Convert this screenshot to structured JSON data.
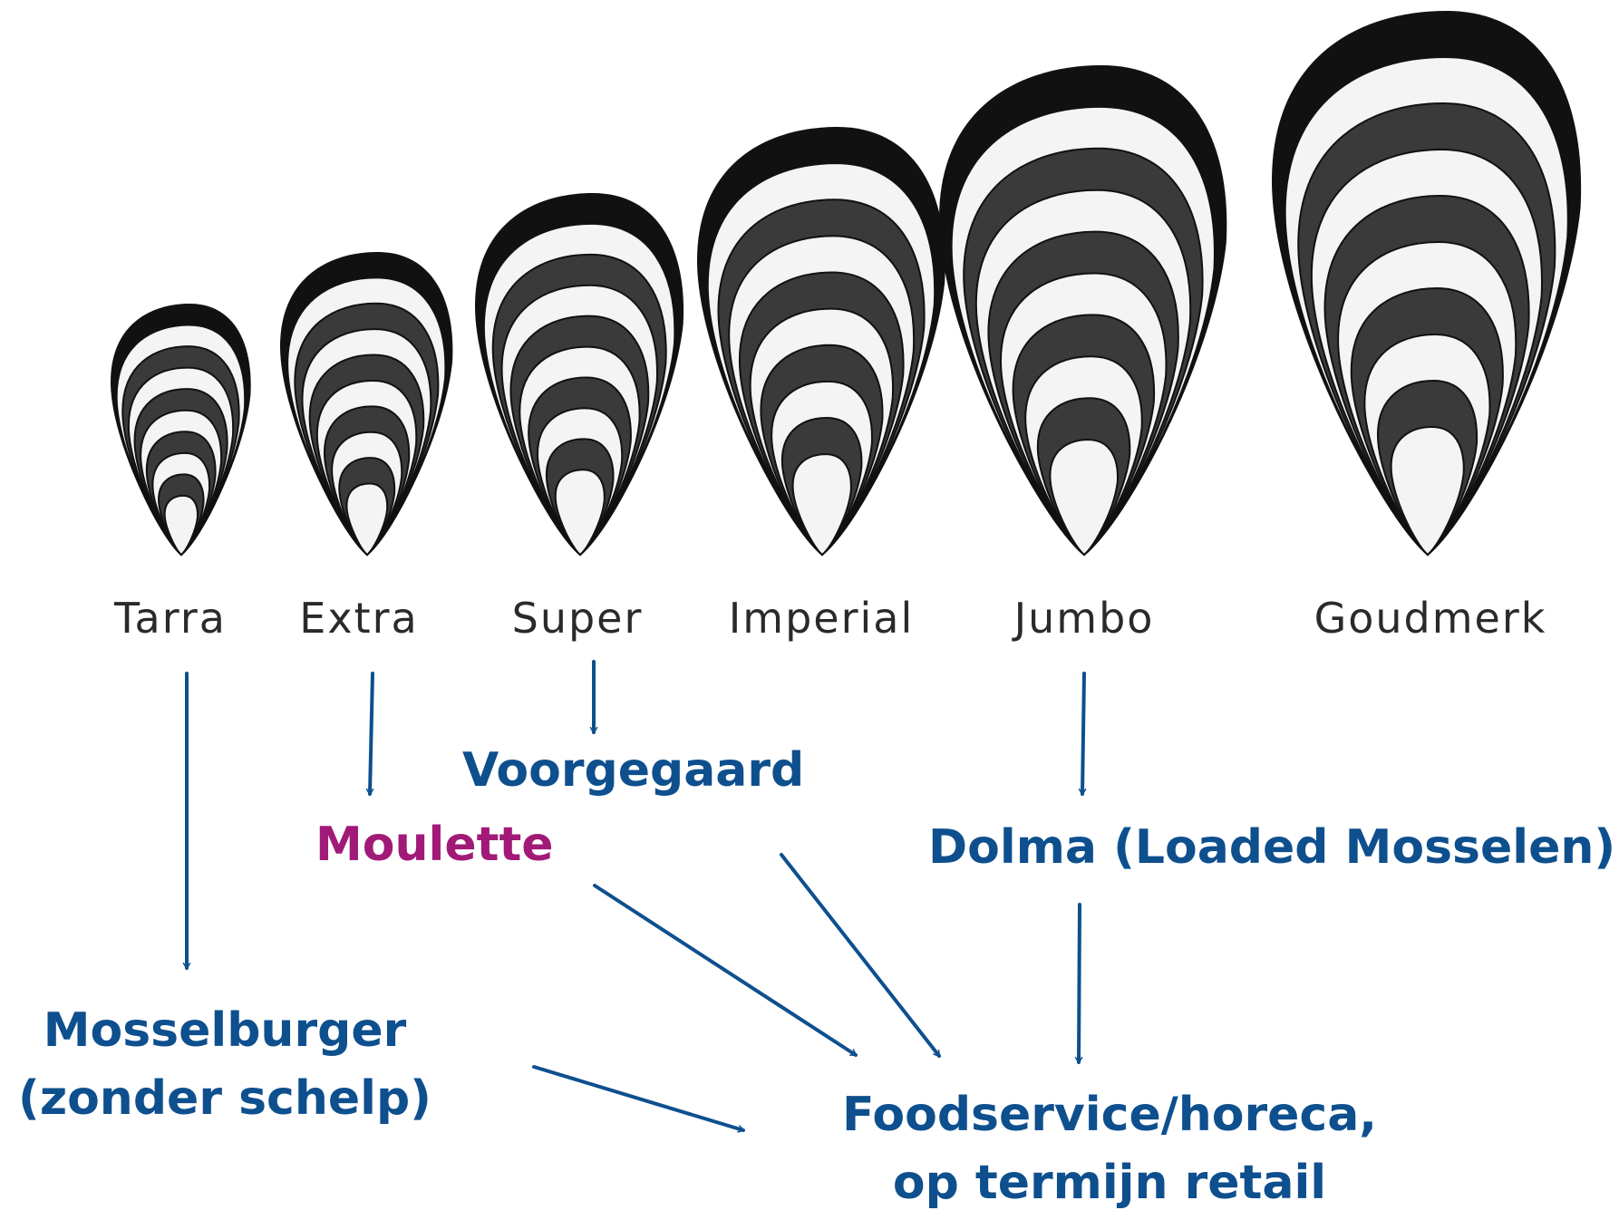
{
  "colors": {
    "primary": "#0e4f8e",
    "accent": "#a11a78",
    "label": "#2a2a2a",
    "shell": "#111111"
  },
  "sizes": [
    "Tarra",
    "Extra",
    "Super",
    "Imperial",
    "Jumbo",
    "Goudmerk"
  ],
  "products": {
    "voorgegaard": "Voorgegaard",
    "moulette": "Moulette",
    "dolma": "Dolma (Loaded Mosselen)",
    "mosselburger_line1": "Mosselburger",
    "mosselburger_line2": "(zonder schelp)",
    "foodservice_line1": "Foodservice/horeca,",
    "foodservice_line2": "op termijn retail"
  }
}
